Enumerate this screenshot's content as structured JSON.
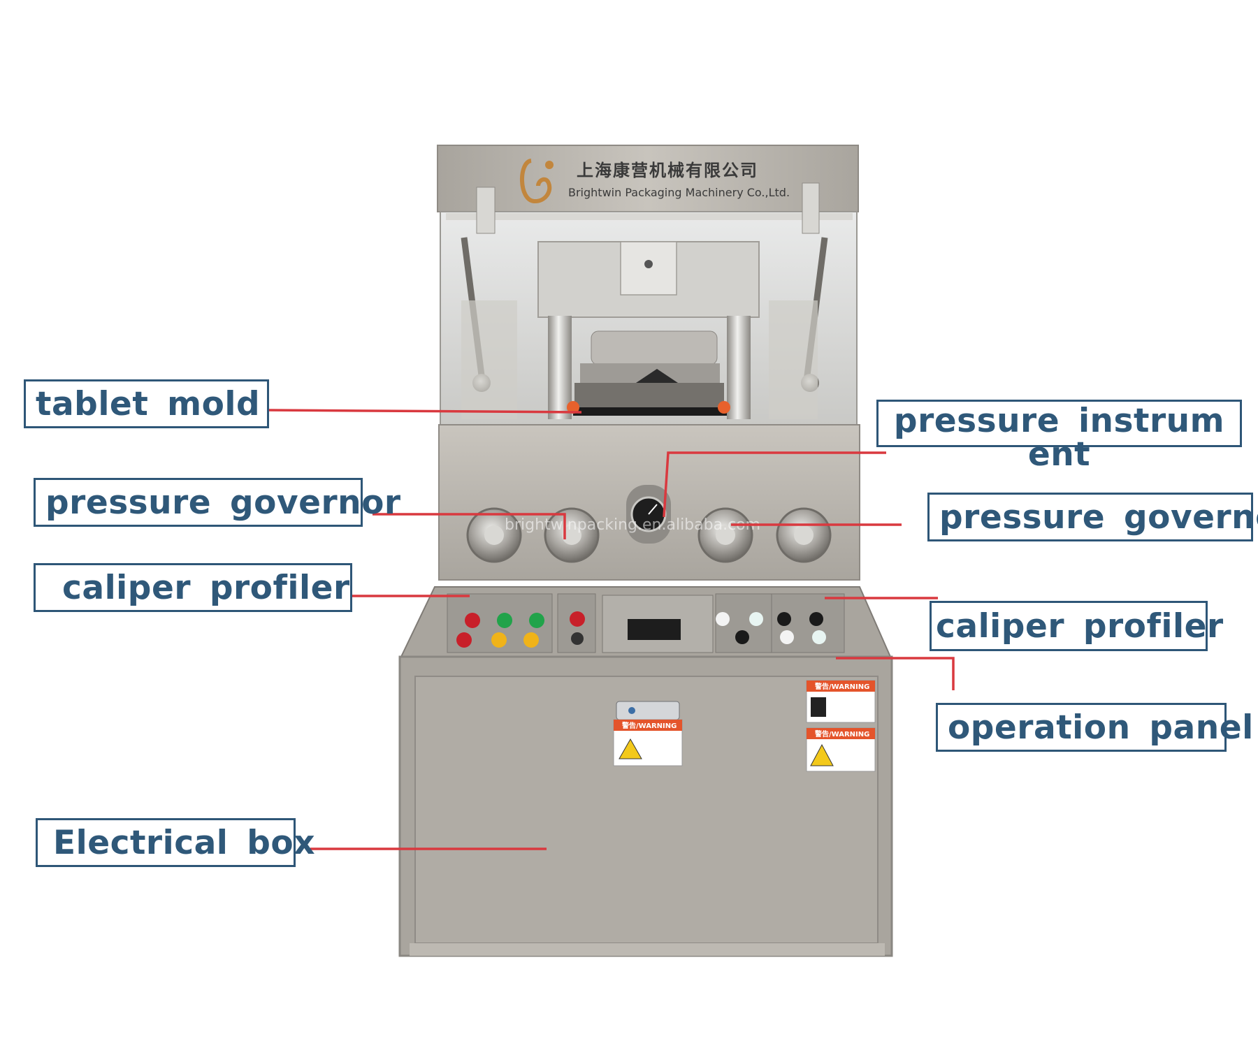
{
  "machine": {
    "brand_cn": "上海康营机械有限公司",
    "brand_en": "Brightwin Packaging Machinery Co.,Ltd.",
    "watermark": "brightwinpacking.en.alibaba.com",
    "warning_label": "警告/WARNING"
  },
  "callouts": [
    {
      "id": "tablet-mold",
      "label": "tablet  mold"
    },
    {
      "id": "pressure-instrument",
      "label": "pressure  instrument"
    },
    {
      "id": "pressure-governor-left",
      "label": "pressure  governor"
    },
    {
      "id": "pressure-governor-right",
      "label": "pressure  governor"
    },
    {
      "id": "caliper-profiler-left",
      "label": "caliper  profiler"
    },
    {
      "id": "caliper-profiler-right",
      "label": "caliper  profiler"
    },
    {
      "id": "operation-panel",
      "label": "operation  panel"
    },
    {
      "id": "electrical-box",
      "label": "Electrical  box"
    }
  ],
  "colors": {
    "label_text": "#2f5879",
    "label_border": "#2e5677",
    "leader_line": "#d9393f",
    "steel": "#b9b5ae"
  }
}
